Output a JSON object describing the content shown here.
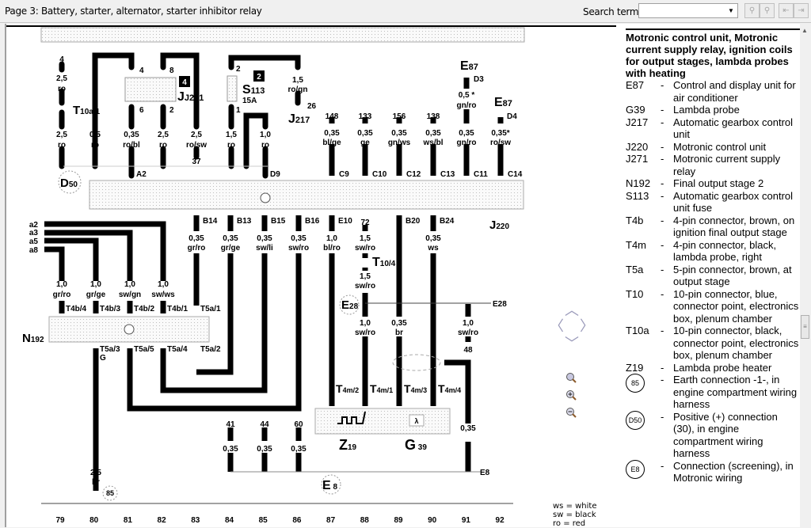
{
  "window": {
    "page_title": "Page 3: Battery, starter, alternator, starter inhibitor relay",
    "search_label": "Search term:",
    "search_value": "",
    "toolbar_buttons": [
      {
        "name": "find-prev-icon",
        "glyph": "⛫"
      },
      {
        "name": "find-next-icon",
        "glyph": "⛫"
      },
      {
        "name": "prev-page-icon",
        "glyph": "⇤"
      },
      {
        "name": "next-page-icon",
        "glyph": "⇥"
      }
    ]
  },
  "diagram": {
    "top_wires": [
      {
        "ref": "4",
        "size": "2,5",
        "color": "ro",
        "connector": "T10a/1"
      },
      {
        "size": "2,5",
        "color": "ro"
      },
      {
        "size": "0,5",
        "color": "ro"
      },
      {
        "size": "0,35",
        "color": "ro/bl",
        "pin_top": "4",
        "pin_bottom": "6",
        "ecu_pin": "A2"
      },
      {
        "size": "2,5",
        "color": "ro",
        "pin_top": "8",
        "pin_bottom": "2"
      },
      {
        "size": "2,5",
        "color": "ro/sw",
        "ref": "37"
      },
      {
        "size": "1,5",
        "color": "ro",
        "pin_top": "2",
        "pin_bottom": "1"
      },
      {
        "size": "1,0",
        "color": "ro",
        "ecu_pin": "D9"
      },
      {
        "size": "1,5",
        "color": "ro/gn",
        "pin": "26"
      }
    ],
    "relay_label": "J271",
    "relay_number": "4",
    "fuse_label": "S113",
    "fuse_number": "2",
    "fuse_rating": "15A",
    "j217_label": "J217",
    "d50_label": "D50",
    "c_wires": [
      {
        "ref": "148",
        "size": "0,35",
        "color": "bl/ge",
        "pin": "C9"
      },
      {
        "ref": "133",
        "size": "0,35",
        "color": "ge",
        "pin": "C10"
      },
      {
        "ref": "156",
        "size": "0,35",
        "color": "gn/ws",
        "pin": "C12"
      },
      {
        "ref": "138",
        "size": "0,35",
        "color": "ws/bl",
        "pin": "C13"
      },
      {
        "ref": "E87 D3",
        "size": "0,35",
        "color": "gn/ro",
        "pin": "C11",
        "upper_size": "0,5 *",
        "upper_color": "gn/ro"
      },
      {
        "ref": "E87 D4",
        "size": "0,35*",
        "color": "ro/sw",
        "pin": "C14"
      }
    ],
    "e87_label": "E87",
    "e87_pin_d3": "D3",
    "e87_pin_d4": "D4",
    "ecu_label": "J220",
    "b_wires": [
      {
        "pin": "B14",
        "size": "0,35",
        "color": "gr/ro"
      },
      {
        "pin": "B13",
        "size": "0,35",
        "color": "gr/ge"
      },
      {
        "pin": "B15",
        "size": "0,35",
        "color": "sw/li"
      },
      {
        "pin": "B16",
        "size": "0,35",
        "color": "sw/ro"
      },
      {
        "pin": "E10",
        "size": "1,0",
        "color": "bl/ro"
      },
      {
        "pin": "72",
        "size": "1,5",
        "color": "sw/ro"
      },
      {
        "pin": "B20",
        "size": "0,35",
        "color": "br"
      },
      {
        "pin": "B24",
        "size": "0,35",
        "color": "ws"
      }
    ],
    "t10_label": "T10/4",
    "t10_lower_size": "1,5",
    "t10_lower_color": "sw/ro",
    "e28_label": "E28",
    "e28_right_label": "E28",
    "e28_lower": [
      {
        "size": "1,0",
        "color": "sw/ro"
      },
      {
        "size": "0,35",
        "color": "br"
      },
      {
        "size": "1,0",
        "color": "sw/ro",
        "ref": "48"
      }
    ],
    "a_inputs": [
      "a2",
      "a3",
      "a5",
      "a8"
    ],
    "n192_wires": [
      {
        "size": "1,0",
        "color": "gr/ro",
        "pin": "T4b/4"
      },
      {
        "size": "1,0",
        "color": "gr/ge",
        "pin": "T4b/3"
      },
      {
        "size": "1,0",
        "color": "sw/gn",
        "pin": "T4b/2"
      },
      {
        "size": "1,0",
        "color": "sw/ws",
        "pin": "T4b/1"
      }
    ],
    "n192_t5a1": "T5a/1",
    "n192_label": "N192",
    "n192_bottom_pins": [
      "T5a/3",
      "T5a/5",
      "T5a/4",
      "T5a/2"
    ],
    "n192_g": "G",
    "ground_wire": {
      "size": "2,5",
      "color": "br",
      "ref": "85"
    },
    "e8_wires": [
      {
        "ref": "41",
        "size": "0,35"
      },
      {
        "ref": "44",
        "size": "0,35"
      },
      {
        "ref": "60",
        "size": "0,35"
      }
    ],
    "t4m_pins": [
      "T4m/2",
      "T4m/1",
      "T4m/3",
      "T4m/4"
    ],
    "z19_label": "Z19",
    "g39_label": "G39",
    "shield_size": "0,35",
    "e8_label": "E8",
    "e8_right_label": "E8",
    "track_numbers": [
      "79",
      "80",
      "81",
      "82",
      "83",
      "84",
      "85",
      "86",
      "87",
      "88",
      "89",
      "90",
      "91",
      "92"
    ]
  },
  "legend": {
    "title": "Motronic control unit, Motronic current supply relay, ignition coils for output stages, lambda probes with heating",
    "items": [
      {
        "code": "E87",
        "desc": "Control and display unit for air conditioner"
      },
      {
        "code": "G39",
        "desc": "Lambda probe"
      },
      {
        "code": "J217",
        "desc": "Automatic gearbox control unit"
      },
      {
        "code": "J220",
        "desc": "Motronic control unit"
      },
      {
        "code": "J271",
        "desc": "Motronic current supply relay"
      },
      {
        "code": "N192",
        "desc": "Final output stage 2"
      },
      {
        "code": "S113",
        "desc": "Automatic gearbox control unit fuse"
      },
      {
        "code": "T4b",
        "desc": "4-pin connector, brown, on ignition final output stage"
      },
      {
        "code": "T4m",
        "desc": "4-pin connector, black, lambda probe, right"
      },
      {
        "code": "T5a",
        "desc": "5-pin connector, brown, at output stage"
      },
      {
        "code": "T10",
        "desc": "10-pin connector, blue, connector point, electronics box, plenum chamber"
      },
      {
        "code": "T10a",
        "desc": "10-pin connector, black, connector point, electronics box, plenum chamber"
      },
      {
        "code": "Z19",
        "desc": "Lambda probe heater"
      },
      {
        "code": "85",
        "circled": true,
        "desc": "Earth connection -1-, in engine compartment wiring harness"
      },
      {
        "code": "D50",
        "circled": true,
        "desc": "Positive (+) connection (30), in engine compartment wiring harness"
      },
      {
        "code": "E8",
        "circled": true,
        "desc": "Connection (screening), in Motronic wiring"
      }
    ]
  },
  "color_key": [
    "ws = white",
    "sw = black",
    "ro = red"
  ],
  "nav_controls": {
    "up": "^",
    "down": "v",
    "left": "<",
    "right": ">"
  }
}
